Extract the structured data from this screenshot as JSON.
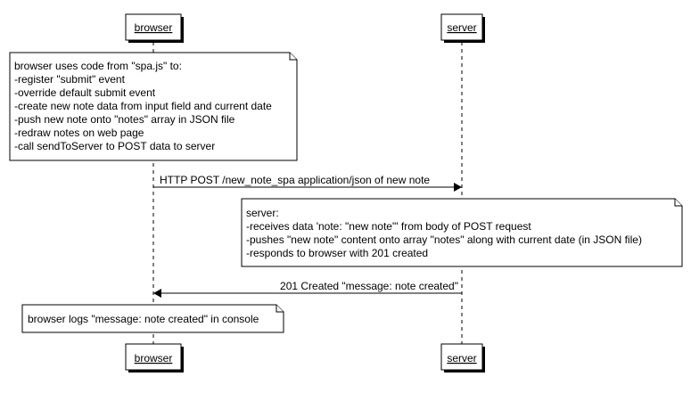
{
  "participants": {
    "browser": "browser",
    "server": "server"
  },
  "notes": {
    "browser_script": {
      "lines": [
        "browser uses code from \"spa.js\" to:",
        "-register \"submit\" event",
        "-override default submit event",
        "-create new note data from input field and current date",
        "-push new note onto \"notes\" array in JSON file",
        "-redraw notes on web page",
        "-call sendToServer to POST data to server"
      ]
    },
    "server_process": {
      "lines": [
        "server:",
        "-receives data 'note: \"new note\"' from body of POST request",
        "-pushes \"new note\" content onto array \"notes\" along with current date (in JSON file)",
        "-responds to browser with 201 created"
      ]
    },
    "browser_console": {
      "lines": [
        "browser logs \"message: note created\" in console"
      ]
    }
  },
  "messages": {
    "post_request": "HTTP POST /new_note_spa application/json of new note",
    "response": "201 Created \"message: note created\""
  }
}
